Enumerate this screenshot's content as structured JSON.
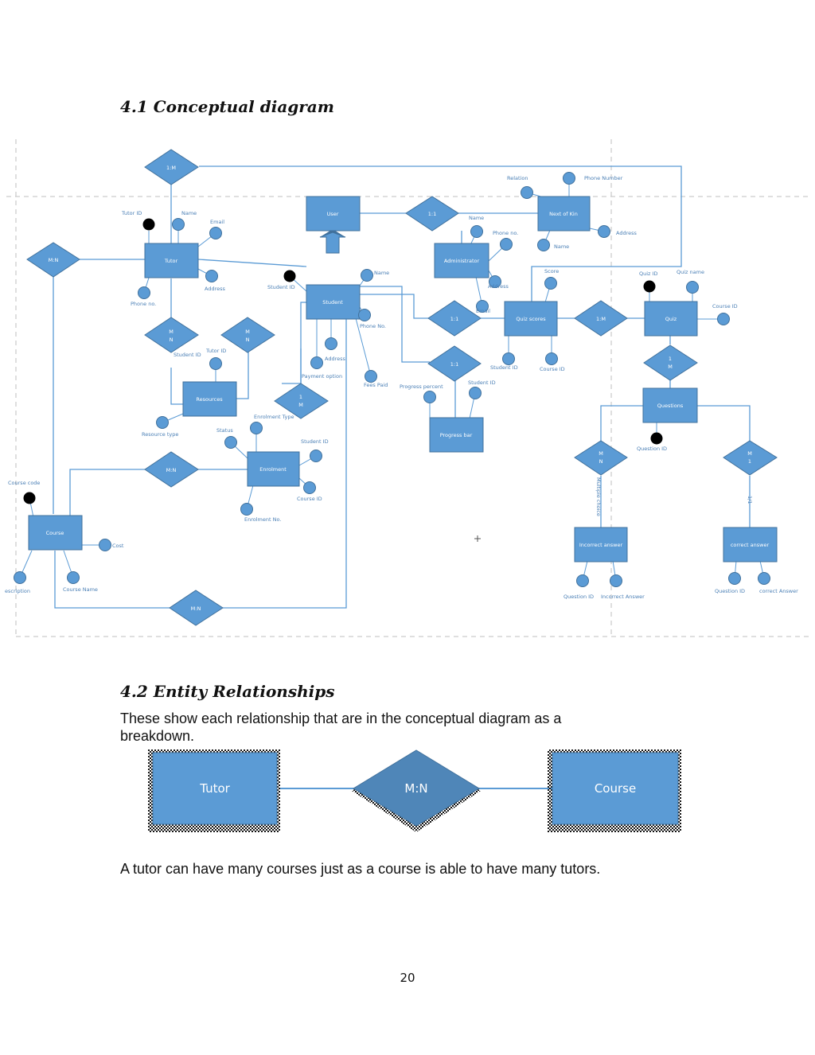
{
  "section1": {
    "heading": "4.1 Conceptual diagram"
  },
  "diagram": {
    "entities": {
      "user": "User",
      "next_of_kin": "Next of Kin",
      "tutor": "Tutor",
      "administrator": "Administrator",
      "student": "Student",
      "quiz_scores": "Quiz scores",
      "quiz": "Quiz",
      "resources": "Resources",
      "questions": "Questions",
      "progress_bar": "Progress bar",
      "enrolment": "Enrolment",
      "course": "Course",
      "incorrect_answer": "Incorrect answer",
      "correct_answer": "correct answer"
    },
    "relationships": {
      "r_top": "1:M",
      "r_user_admin": "1:1",
      "r_tutor_course": "M:N",
      "r_tutor_resources_a": "M",
      "r_tutor_resources_b": "N",
      "r_student_resources_a": "M",
      "r_student_resources_b": "N",
      "r_student_quizscores": "1:1",
      "r_quizscores_quiz": "1:M",
      "r_quiz_questions_a": "1",
      "r_quiz_questions_b": "M",
      "r_progress": "1:1",
      "r_student_enrol_a": "1",
      "r_student_enrol_b": "M",
      "r_enrol_course": "M:N",
      "r_bottom": "M:N",
      "r_incorrect_a": "M",
      "r_incorrect_b": "N",
      "r_correct_a": "M",
      "r_correct_b": "1"
    },
    "attributes": {
      "tutor_id": "Tutor ID",
      "tutor_name": "Name",
      "tutor_email": "Email",
      "tutor_address": "Address",
      "tutor_phone": "Phone no.",
      "relation": "Relation",
      "phone_number": "Phone Number",
      "nok_address": "Address",
      "nok_name": "Name",
      "admin_name": "Name",
      "admin_phone": "Phone no.",
      "admin_address": "Address",
      "admin_email": "Email",
      "student_id": "Student ID",
      "student_name": "Name",
      "student_address": "Address",
      "student_phone": "Phone No.",
      "payment_option": "Payment option",
      "fees_paid": "Fees Paid",
      "score": "Score",
      "qs_student_id": "Student ID",
      "qs_course_id": "Course ID",
      "quiz_id": "Quiz ID",
      "quiz_name": "Quiz name",
      "quiz_course_id": "Course ID",
      "res_student_id": "Student ID",
      "res_tutor_id": "Tutor ID",
      "resource_type": "Resource type",
      "progress_percent": "Progress percent",
      "pb_student_id": "Student ID",
      "question_id": "Question ID",
      "enrolment_type": "Enrolment Type",
      "status": "Status",
      "en_student_id": "Student ID",
      "en_course_id": "Course ID",
      "enrolment_no": "Enrolment No.",
      "course_code": "Course code",
      "cost": "Cost",
      "description": "escription",
      "course_name": "Course Name",
      "ia_question_id": "Question ID",
      "incorrect_answer": "Incorrect Answer",
      "ca_question_id": "Question ID",
      "correct_answer": "correct Answer"
    },
    "line_labels": {
      "multiple_choice": "Multiple choice",
      "one_one": "1/1"
    }
  },
  "section2": {
    "heading": "4.2 Entity Relationships",
    "intro": "These show each relationship that are in the conceptual diagram as a breakdown.",
    "example": {
      "left": "Tutor",
      "relation": "M:N",
      "right": "Course"
    },
    "caption": "A tutor can have many courses just as a course is able to have many tutors."
  },
  "page_number": "20",
  "colors": {
    "entity": "#5b9bd5",
    "entity_border": "#41719c",
    "line": "#5b9bd5",
    "dash": "#bfbfbf",
    "key": "#000000"
  }
}
